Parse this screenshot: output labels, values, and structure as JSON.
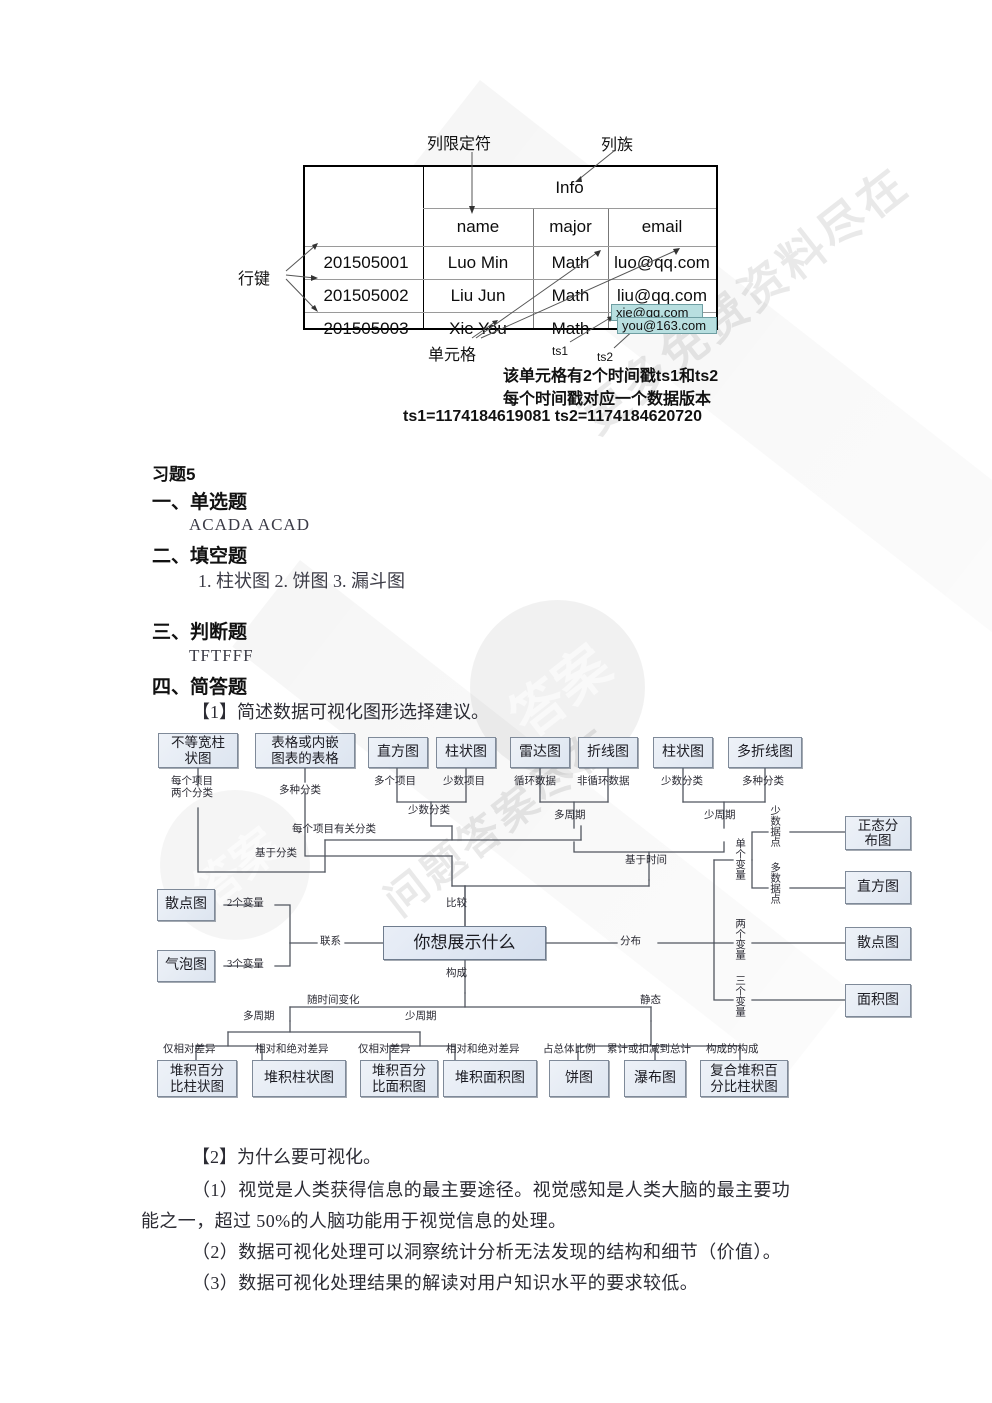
{
  "figure": {
    "labels": {
      "column_qualifier": "列限定符",
      "column_family": "列族",
      "row_key": "行键",
      "cell": "单元格",
      "ts1": "ts1",
      "ts2": "ts2"
    },
    "table": {
      "family_header": "Info",
      "qualifiers": [
        "name",
        "major",
        "email"
      ],
      "rows": [
        {
          "rowkey": "201505001",
          "name": "Luo Min",
          "major": "Math",
          "email": "luo@qq.com"
        },
        {
          "rowkey": "201505002",
          "name": "Liu Jun",
          "major": "Math",
          "email": "liu@qq.com"
        },
        {
          "rowkey": "201505003",
          "name": "Xie You",
          "major": "Math",
          "email": ""
        }
      ],
      "versioned_cell": {
        "version_1": "xie@qq.com",
        "version_2": "you@163.com"
      }
    },
    "caption": {
      "line1": "该单元格有2个时间戳ts1和ts2",
      "line2": "每个时间戳对应一个数据版本",
      "line3": "ts1=1174184619081  ts2=1174184620720"
    }
  },
  "exercise": {
    "title": "习题5",
    "sections": [
      {
        "heading": "一、单选题",
        "answer": "ACADA        ACAD"
      },
      {
        "heading": "二、填空题",
        "answer": "1. 柱状图    2. 饼图        3. 漏斗图"
      },
      {
        "heading": "三、判断题",
        "answer": "TFTFFF"
      },
      {
        "heading": "四、简答题",
        "answer": ""
      }
    ],
    "q1": "【1】简述数据可视化图形选择建议。",
    "q2": "【2】为什么要可视化。",
    "answers_q2": [
      "（1）视觉是人类获得信息的最主要途径。视觉感知是人类大脑的最主要功",
      "能之一，超过 50%的人脑功能用于视觉信息的处理。",
      "（2）数据可视化处理可以洞察统计分析无法发现的结构和细节（价值）。",
      "（3）数据可视化处理结果的解读对用户知识水平的要求较低。"
    ]
  },
  "flowchart": {
    "center": "你想展示什么",
    "nodes": {
      "unequal_column": "不等宽柱\n状图",
      "table_or_embedded": "表格或内嵌\n图表的表格",
      "histogram_top": "直方图",
      "bar_top": "柱状图",
      "radar": "雷达图",
      "line": "折线图",
      "bar2": "柱状图",
      "multiline": "多折线图",
      "scatter_left": "散点图",
      "bubble_left": "气泡图",
      "normal_dist": "正态分\n布图",
      "histogram_right": "直方图",
      "scatter_right": "散点图",
      "area_right": "面积图",
      "stacked_pct_bar": "堆积百分\n比柱状图",
      "stacked_bar": "堆积柱状图",
      "stacked_pct_area": "堆积百分\n比面积图",
      "stacked_area": "堆积面积图",
      "pie": "饼图",
      "waterfall": "瀑布图",
      "composite_stacked_pct_bar": "复合堆积百\n分比柱状图"
    },
    "edge_labels": {
      "each_item_two_cats": "每个项目\n两个分类",
      "many_cats": "多种分类",
      "many_items": "多个项目",
      "few_items": "少数项目",
      "few_cats": "少数分类",
      "each_item_related_cats": "每个项目有关分类",
      "based_on_category": "基于分类",
      "cyclic_data": "循环数据",
      "noncyclic_data": "非循环数据",
      "few_cats2": "少数分类",
      "many_cats2": "多种分类",
      "many_periods": "多周期",
      "few_periods": "少周期",
      "based_on_time": "基于时间",
      "compare": "比较",
      "relation": "联系",
      "distribution": "分布",
      "composition": "构成",
      "two_vars_left": "2个变量",
      "three_vars_left": "3个变量",
      "single_var": "单个变量",
      "two_vars": "两个变量",
      "three_vars": "三个变量",
      "few_points": "少数据点",
      "many_points": "多数据点",
      "over_time": "随时间变化",
      "static": "静态",
      "many_periods_b": "多周期",
      "few_periods_b": "少周期",
      "only_relative_diff_1": "仅相对差异",
      "rel_abs_diff_1": "相对和绝对差异",
      "only_relative_diff_2": "仅相对差异",
      "rel_abs_diff_2": "相对和绝对差异",
      "share_of_total": "占总体比例",
      "cumulative": "累计或扣减到总计",
      "composition_of_composition": "构成的构成"
    }
  },
  "watermark": {
    "text_1": "更多免费资料尽在",
    "text_2": "问题答案尽在",
    "circle_text": "答案"
  }
}
